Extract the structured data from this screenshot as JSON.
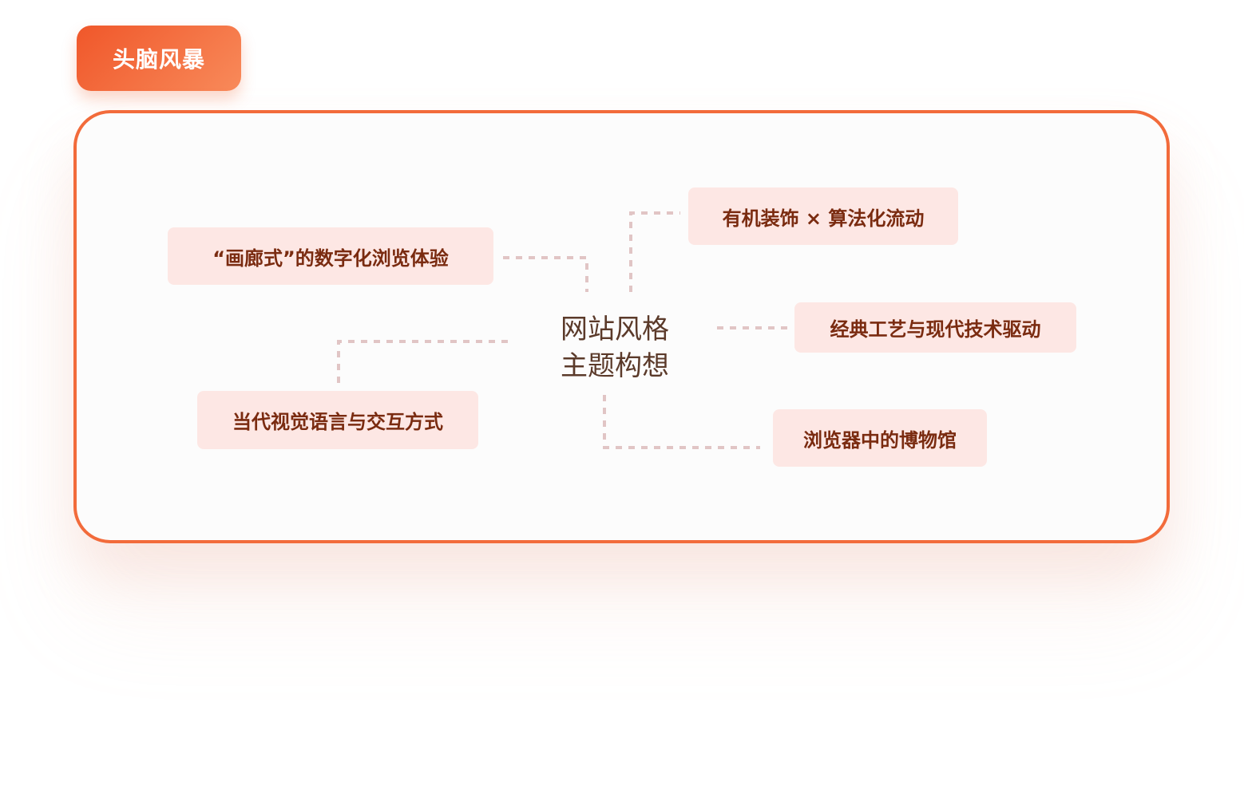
{
  "tag": {
    "label": "头脑风暴"
  },
  "diagram": {
    "center_title_line1": "网站风格",
    "center_title_line2": "主题构想",
    "nodes": [
      {
        "id": "gallery-browsing",
        "label": "“画廊式”的数字化浏览体验"
      },
      {
        "id": "organic-decoration",
        "label": "有机装饰 × 算法化流动"
      },
      {
        "id": "craft-tech",
        "label": "经典工艺与现代技术驱动"
      },
      {
        "id": "contemporary-language",
        "label": "当代视觉语言与交互方式"
      },
      {
        "id": "browser-museum",
        "label": "浏览器中的博物馆"
      }
    ]
  },
  "colors": {
    "accent": "#f26b3b",
    "tag_gradient_start": "#f0572a",
    "tag_gradient_end": "#f88a5a",
    "card_bg": "#fde7e4",
    "card_text": "#7a2b10",
    "connector": "#e1c5c5",
    "center_text": "#5b3a2a"
  }
}
